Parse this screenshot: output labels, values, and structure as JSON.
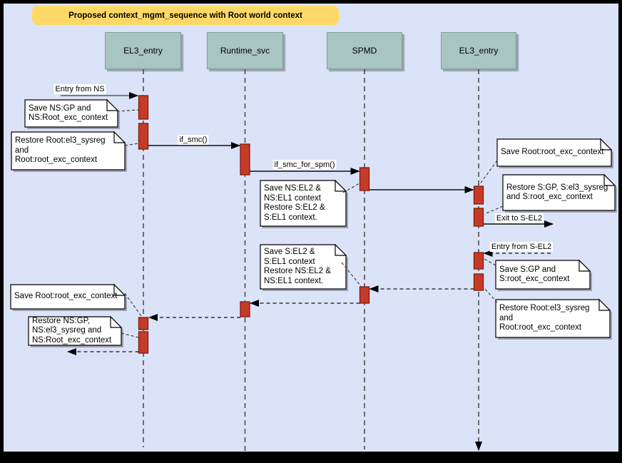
{
  "title": "Proposed context_mgmt_sequence with Root world context",
  "lifelines": [
    {
      "label": "EL3_entry"
    },
    {
      "label": "Runtime_svc"
    },
    {
      "label": "SPMD"
    },
    {
      "label": "EL3_entry"
    }
  ],
  "messages": {
    "entry_from_ns": "Entry from NS",
    "if_smc": "if_smc()",
    "if_smc_for_spm": "if_smc_for_spm()",
    "exit_to_s_el2": "Exit to S-EL2",
    "entry_from_s_el2": "Entry from S-EL2"
  },
  "notes": [
    {
      "text": "Save NS:GP and\nNS:Root_exc_context"
    },
    {
      "text": "Restore Root:el3_sysreg\nand\nRoot:root_exc_context"
    },
    {
      "text": "Save NS:EL2 &\nNS:EL1 context\nRestore S:EL2 &\nS:EL1 context."
    },
    {
      "text": "Save S:EL2 &\nS:EL1 context\nRestore NS:EL2 &\nNS:EL1 context."
    },
    {
      "text": "Save Root:root_exc_context"
    },
    {
      "text": "Restore S:GP, S:el3_sysreg\nand S:root_exc_context"
    },
    {
      "text": "Save S:GP and\nS:root_exc_context"
    },
    {
      "text": "Restore Root:el3_sysreg\nand\nRoot:root_exc_context"
    },
    {
      "text": "Save Root:root_exc_context"
    },
    {
      "text": "Restore NS:GP,\nNS:el3_sysreg and\nNS:Root_exc_context"
    }
  ],
  "colors": {
    "canvas_bg": "#dbe3f8",
    "title_bg": "#ffd966",
    "lifeline_box_bg": "#a8c5c2",
    "activation_fill": "#c63b27",
    "activation_border": "#7c1d10",
    "note_bg": "#ffffff"
  }
}
